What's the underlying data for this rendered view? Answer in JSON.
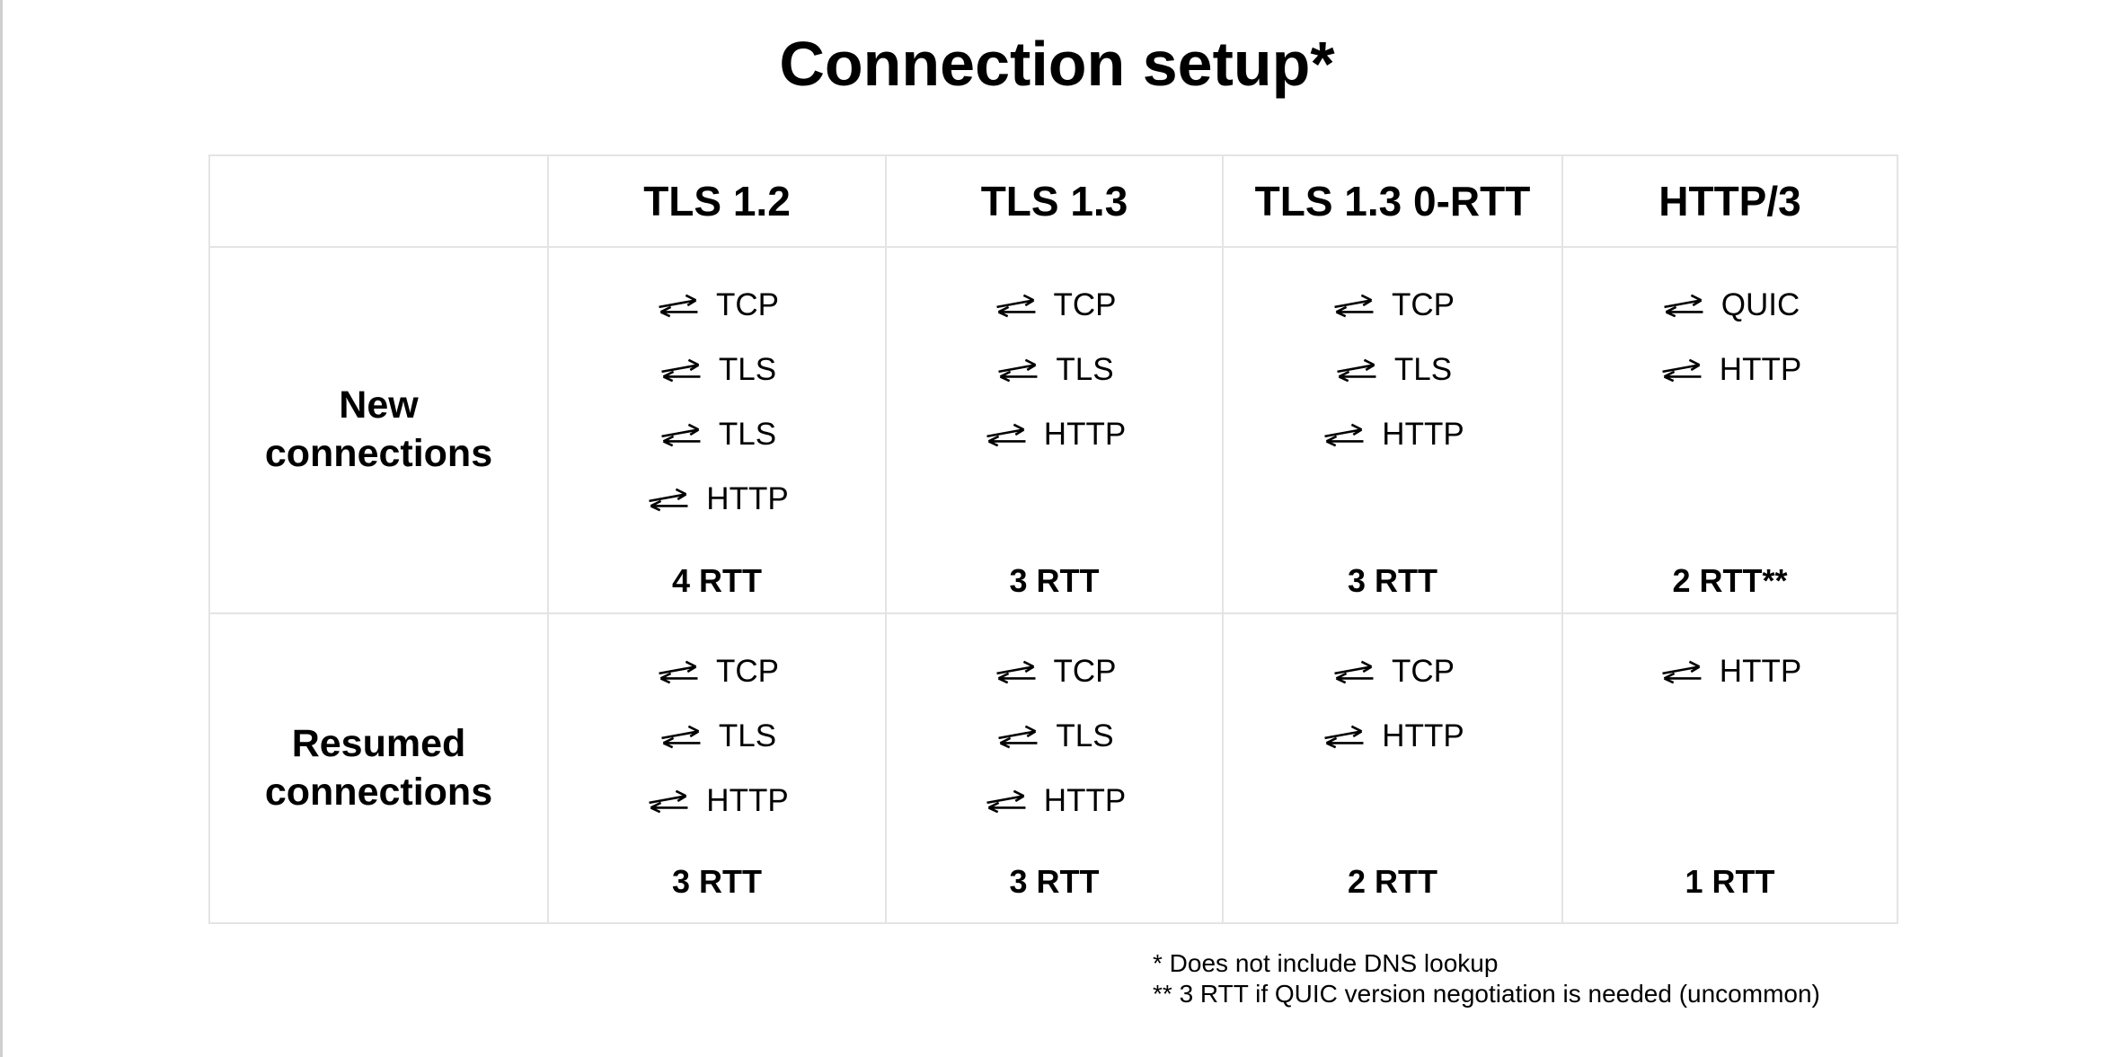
{
  "page": {
    "title": "Connection setup*",
    "footnotes": [
      "* Does not include DNS lookup",
      "** 3 RTT if QUIC version negotiation is needed (uncommon)"
    ]
  },
  "table": {
    "column_headers": [
      "TLS 1.2",
      "TLS 1.3",
      "TLS 1.3 0-RTT",
      "HTTP/3"
    ],
    "rows": [
      {
        "label": "New connections",
        "cells": [
          {
            "steps": [
              "TCP",
              "TLS",
              "TLS",
              "HTTP"
            ],
            "rtt": "4 RTT"
          },
          {
            "steps": [
              "TCP",
              "TLS",
              "HTTP"
            ],
            "rtt": "3 RTT"
          },
          {
            "steps": [
              "TCP",
              "TLS",
              "HTTP"
            ],
            "rtt": "3 RTT"
          },
          {
            "steps": [
              "QUIC",
              "HTTP"
            ],
            "rtt": "2 RTT**"
          }
        ]
      },
      {
        "label": "Resumed connections",
        "cells": [
          {
            "steps": [
              "TCP",
              "TLS",
              "HTTP"
            ],
            "rtt": "3 RTT"
          },
          {
            "steps": [
              "TCP",
              "TLS",
              "HTTP"
            ],
            "rtt": "3 RTT"
          },
          {
            "steps": [
              "TCP",
              "HTTP"
            ],
            "rtt": "2 RTT"
          },
          {
            "steps": [
              "HTTP"
            ],
            "rtt": "1 RTT"
          }
        ]
      }
    ]
  },
  "icons": {
    "round_trip_arrows": "⇄"
  },
  "colors": {
    "text": "#000000",
    "border": "#e4e4e4",
    "page_edge": "#cfcfcf",
    "background": "#ffffff"
  }
}
